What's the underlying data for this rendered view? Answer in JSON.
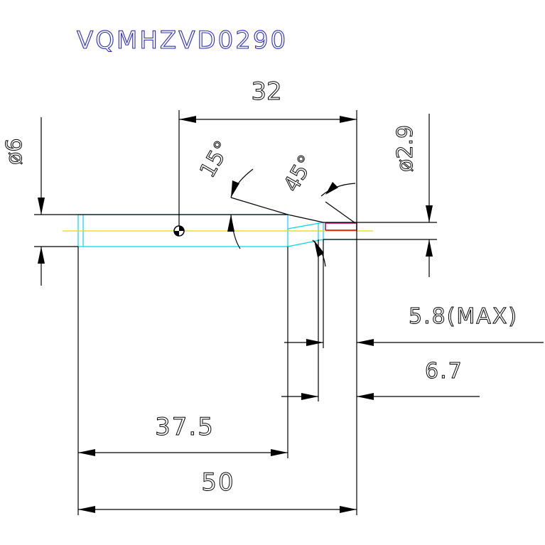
{
  "drawing": {
    "part_number": "VQMHZVD0290",
    "colors": {
      "title": "#2a2ac8",
      "outline": "#000000",
      "body": "#00d8e8",
      "centerline": "#e8d800",
      "tip_edge": "#d0006a",
      "tip_center": "#e82000"
    },
    "dimensions": {
      "shank_diameter": "ø6",
      "tip_diameter": "ø2.9",
      "tip_to_flute_start": "32",
      "taper_angle": "15°",
      "chamfer_angle": "45°",
      "max_depth": "5.8(MAX)",
      "tip_length": "6.7",
      "flute_length": "37.5",
      "overall_length": "50"
    }
  }
}
